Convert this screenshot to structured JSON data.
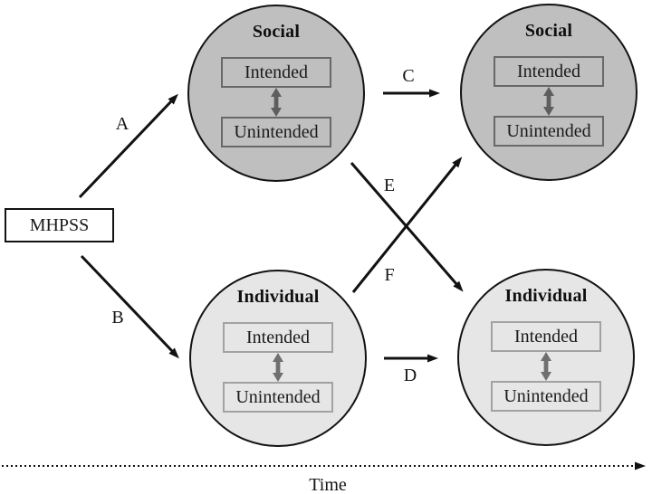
{
  "figure": {
    "intervention_label": "MHPSS",
    "time_label": "Time",
    "arrow_labels": {
      "A": "A",
      "B": "B",
      "C": "C",
      "D": "D",
      "E": "E",
      "F": "F"
    },
    "circles": [
      {
        "id": "social-time1",
        "title": "Social",
        "intended_label": "Intended",
        "unintended_label": "Unintended",
        "variant": "social"
      },
      {
        "id": "social-time2",
        "title": "Social",
        "intended_label": "Intended",
        "unintended_label": "Unintended",
        "variant": "social"
      },
      {
        "id": "individual-time1",
        "title": "Individual",
        "intended_label": "Intended",
        "unintended_label": "Unintended",
        "variant": "individual"
      },
      {
        "id": "individual-time2",
        "title": "Individual",
        "intended_label": "Intended",
        "unintended_label": "Unintended",
        "variant": "individual"
      }
    ],
    "colors": {
      "social_circle_fill": "#bfbfbf",
      "individual_circle_fill": "#e6e6e6",
      "circle_outline": "#121212",
      "inner_box_border_social": "#686868",
      "inner_box_border_individual": "#a2a2a2",
      "double_arrow_gray": "#5e5e5e",
      "arrow_black": "#121212",
      "background": "#ffffff"
    }
  }
}
